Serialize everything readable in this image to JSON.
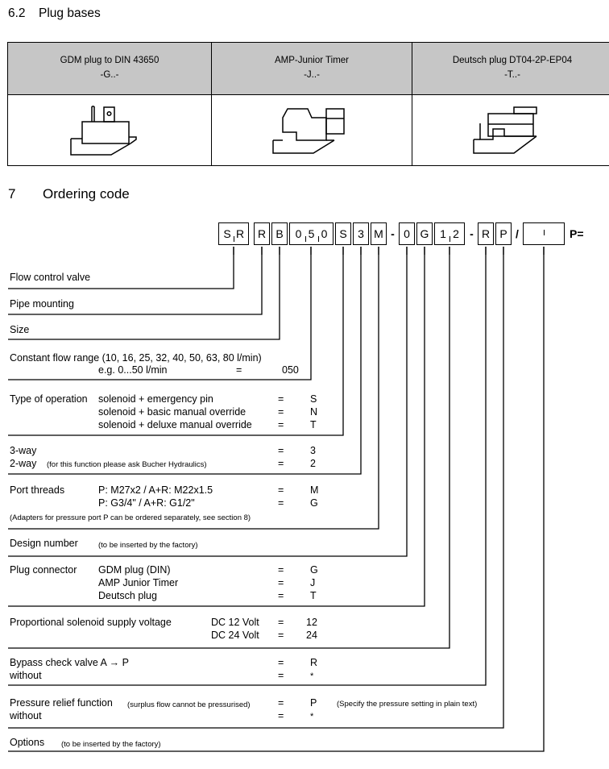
{
  "section_6_2": {
    "number": "6.2",
    "title": "Plug bases",
    "columns": [
      {
        "name": "GDM plug to DIN 43650",
        "code": "-G..-",
        "icon": "gdm-plug-icon"
      },
      {
        "name": "AMP-Junior Timer",
        "code": "-J..-",
        "icon": "amp-junior-timer-plug-icon"
      },
      {
        "name": "Deutsch plug DT04-2P-EP04",
        "code": "-T..-",
        "icon": "deutsch-plug-icon"
      }
    ],
    "header_bg": "#c6c6c6"
  },
  "section_7": {
    "number": "7",
    "title": "Ordering code",
    "code_boxes": [
      {
        "segments": [
          "S",
          "R"
        ]
      },
      {
        "segments": [
          "R"
        ]
      },
      {
        "segments": [
          "B"
        ]
      },
      {
        "segments": [
          "0",
          "5",
          "0"
        ]
      },
      {
        "segments": [
          "S"
        ]
      },
      {
        "segments": [
          "3"
        ]
      },
      {
        "segments": [
          "M"
        ]
      },
      {
        "segments": [
          "0"
        ]
      },
      {
        "segments": [
          "G"
        ]
      },
      {
        "segments": [
          "1",
          "2"
        ]
      },
      {
        "segments": [
          "R"
        ]
      },
      {
        "segments": [
          "P"
        ]
      },
      {
        "segments": [
          "",
          ""
        ]
      }
    ],
    "separator_1": "-",
    "separator_2": "-",
    "separator_3": "/",
    "tail": "P=",
    "rows": [
      {
        "id": "flow-control-valve",
        "label": "Flow control valve",
        "options": []
      },
      {
        "id": "pipe-mounting",
        "label": "Pipe mounting",
        "options": []
      },
      {
        "id": "size",
        "label": "Size",
        "options": []
      },
      {
        "id": "constant-flow-range",
        "label": "Constant flow range (10, 16, 25, 32, 40, 50, 63, 80 l/min)",
        "example_text": "e.g. 0...50 l/min",
        "example_eq": "=",
        "example_code": "050",
        "options": []
      },
      {
        "id": "type-of-operation",
        "label": "Type of operation",
        "options": [
          {
            "text": "solenoid + emergency pin",
            "eq": "=",
            "code": "S"
          },
          {
            "text": "solenoid + basic manual override",
            "eq": "=",
            "code": "N"
          },
          {
            "text": "solenoid + deluxe manual override",
            "eq": "=",
            "code": "T"
          }
        ]
      },
      {
        "id": "way-function",
        "label": "",
        "options": [
          {
            "text": "3-way",
            "eq": "=",
            "code": "3"
          },
          {
            "text": "2-way",
            "note": "(for this function please ask Bucher Hydraulics)",
            "eq": "=",
            "code": "2"
          }
        ]
      },
      {
        "id": "port-threads",
        "label": "Port threads",
        "options": [
          {
            "text": "P: M27x2 / A+R: M22x1.5",
            "eq": "=",
            "code": "M"
          },
          {
            "text": "P: G3/4\" / A+R: G1/2\"",
            "eq": "=",
            "code": "G"
          }
        ],
        "footnote": "(Adapters for pressure port P can be ordered separately, see section 8)"
      },
      {
        "id": "design-number",
        "label": "Design number",
        "note": "(to be inserted by the factory)",
        "options": []
      },
      {
        "id": "plug-connector",
        "label": "Plug connector",
        "options": [
          {
            "text": "GDM plug (DIN)",
            "eq": "=",
            "code": "G"
          },
          {
            "text": "AMP Junior Timer",
            "eq": "=",
            "code": "J"
          },
          {
            "text": "Deutsch plug",
            "eq": "=",
            "code": "T"
          }
        ]
      },
      {
        "id": "supply-voltage",
        "label": "Proportional solenoid supply voltage",
        "options": [
          {
            "text": "DC 12 Volt",
            "eq": "=",
            "code": "12"
          },
          {
            "text": "DC 24 Volt",
            "eq": "=",
            "code": "24"
          }
        ]
      },
      {
        "id": "bypass-check-valve",
        "label": "",
        "options": [
          {
            "text": "Bypass check valve A → P",
            "eq": "=",
            "code": "R"
          },
          {
            "text": "without",
            "eq": "=",
            "code": "*"
          }
        ]
      },
      {
        "id": "pressure-relief-function",
        "label": "",
        "options": [
          {
            "text": "Pressure relief function",
            "note": "(surplus flow cannot be pressurised)",
            "eq": "=",
            "code": "P",
            "trailing": "(Specify the pressure setting in plain text)"
          },
          {
            "text": "without",
            "eq": "=",
            "code": "*"
          }
        ]
      },
      {
        "id": "options",
        "label": "Options",
        "note": "(to be inserted by the factory)",
        "options": []
      }
    ]
  }
}
